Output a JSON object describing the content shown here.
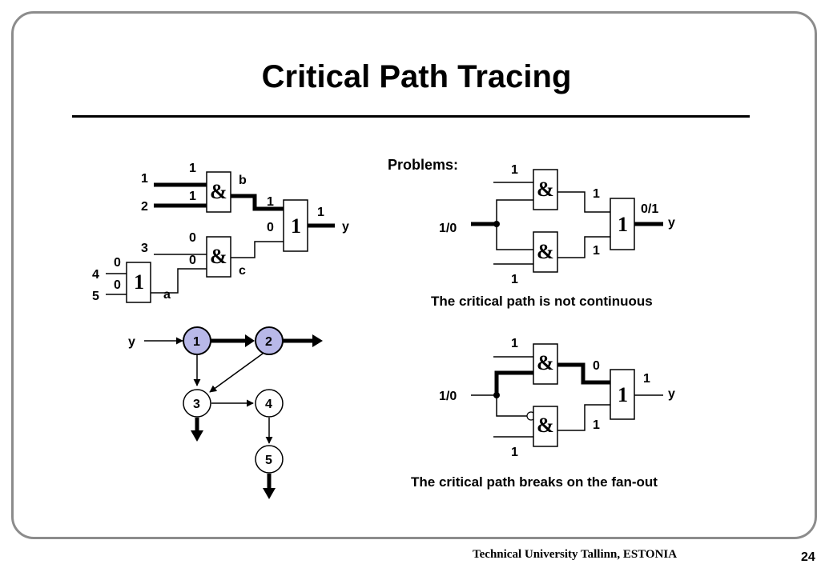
{
  "slide": {
    "title": "Critical Path Tracing",
    "footer": "Technical University Tallinn, ESTONIA",
    "page_number": "24"
  },
  "circuit": {
    "and_symbol": "&",
    "or_symbol": "1",
    "input_1": "1",
    "input_2": "2",
    "input_3": "3",
    "input_4": "4",
    "input_5": "5",
    "val_b_in1": "1",
    "val_b_in2": "1",
    "label_b": "b",
    "val_c_in1": "0",
    "val_c_in2": "0",
    "label_c": "c",
    "val_or_in1": "1",
    "val_or_in2": "0",
    "val_out": "1",
    "label_y": "y",
    "val_a_in1": "0",
    "val_a_in2": "0",
    "label_a": "a"
  },
  "graph": {
    "label_y": "y",
    "nodes": [
      "1",
      "2",
      "3",
      "4",
      "5"
    ]
  },
  "problems": {
    "heading": "Problems:",
    "top": {
      "and_symbol": "&",
      "or_symbol": "1",
      "in_top": "1",
      "in_bottom": "1",
      "in_fanout": "1/0",
      "mid_top": "1",
      "mid_bottom": "1",
      "out": "0/1",
      "label_y": "y",
      "caption": "The critical path is not continuous"
    },
    "bottom": {
      "and_symbol": "&",
      "or_symbol": "1",
      "in_top": "1",
      "in_bottom": "1",
      "in_fanout": "1/0",
      "mid_top": "0",
      "mid_bottom": "1",
      "out": "1",
      "label_y": "y",
      "caption": "The critical path breaks on the fan-out"
    }
  },
  "colors": {
    "highlight_node": "#b8b8e8",
    "frame": "#8c8c8c"
  }
}
